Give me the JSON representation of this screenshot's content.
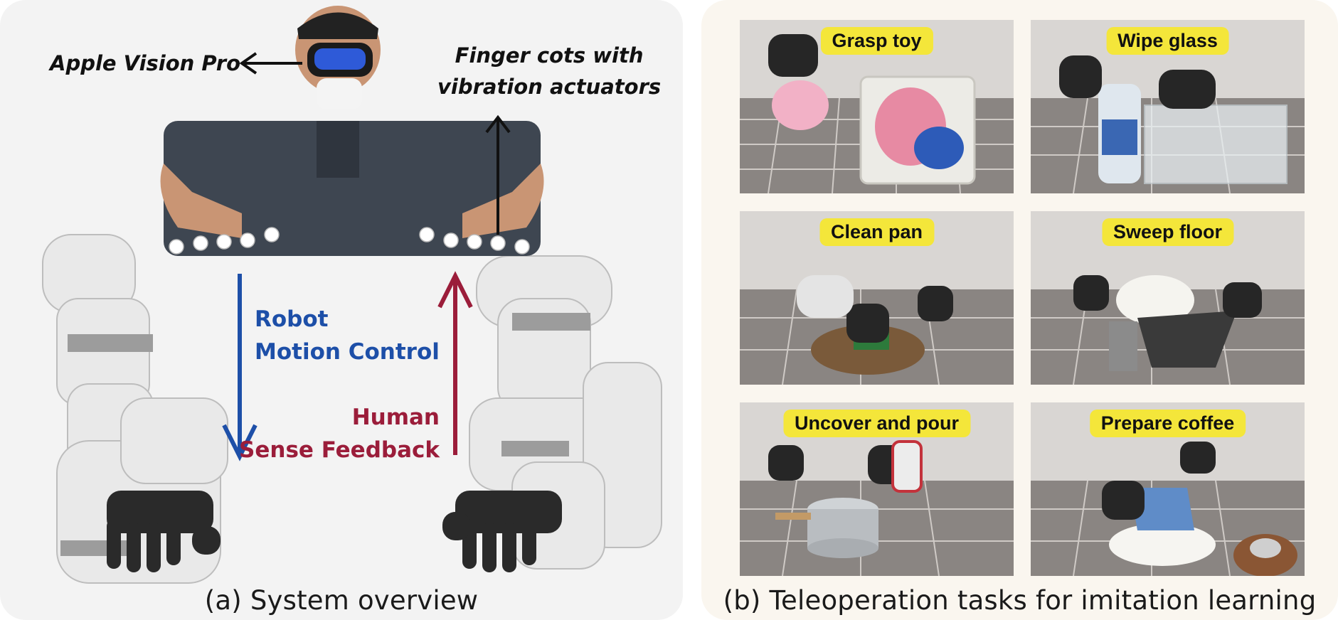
{
  "panel_a": {
    "caption": "(a) System overview",
    "headset_label": "Apple Vision Pro",
    "finger_label_line1": "Finger cots with",
    "finger_label_line2": "vibration actuators",
    "motion_line1": "Robot",
    "motion_line2": "Motion Control",
    "feedback_line1": "Human",
    "feedback_line2": "Sense Feedback"
  },
  "panel_b": {
    "caption": "(b) Teleoperation tasks for imitation learning",
    "tasks": [
      {
        "label": "Grasp toy"
      },
      {
        "label": "Wipe glass"
      },
      {
        "label": "Clean pan"
      },
      {
        "label": "Sweep floor"
      },
      {
        "label": "Uncover and pour"
      },
      {
        "label": "Prepare coffee"
      }
    ]
  },
  "colors": {
    "motion_blue": "#1d4fa8",
    "feedback_red": "#9b1d3a",
    "label_yellow": "#f4e63a"
  }
}
